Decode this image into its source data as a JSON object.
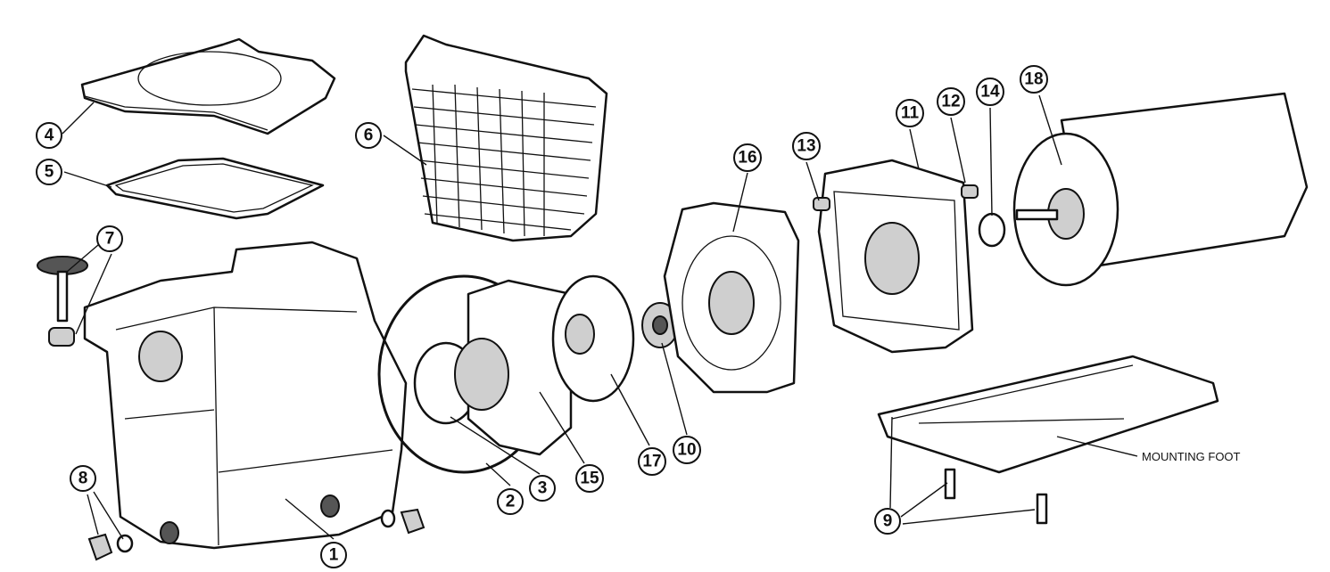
{
  "callouts": {
    "pump_housing": "1",
    "housing_oring": "2",
    "diffuser_oring": "3",
    "strainer_cover": "4",
    "cover_oring": "5",
    "strainer_basket": "6",
    "cover_knob": "7",
    "drain_plug": "8",
    "motor_base_screws": "9",
    "impeller": "10",
    "seal_plate": "11",
    "seal_plate_screw": "12",
    "housing_bolts": "13",
    "spacer_washer": "14",
    "diffuser": "15",
    "seal_plate_housing": "16",
    "impeller_ring": "17",
    "motor": "18"
  },
  "labels": {
    "mounting_foot": "MOUNTING FOOT"
  }
}
